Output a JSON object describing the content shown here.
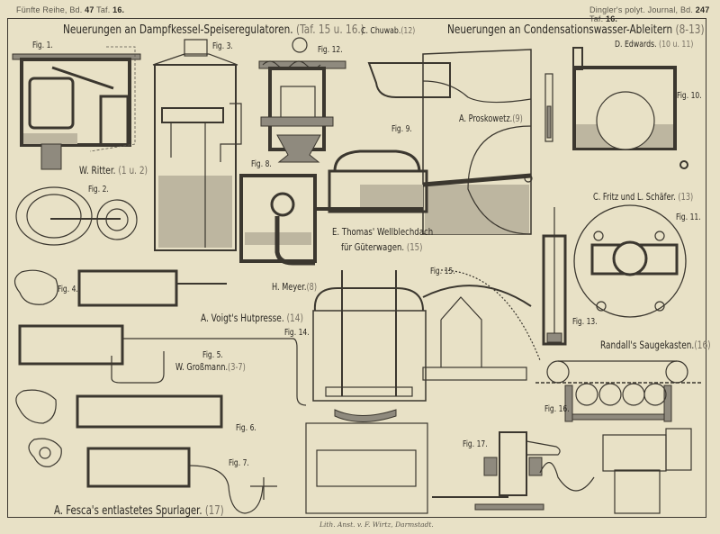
{
  "header": {
    "left": {
      "series": "Fünfte Reihe, Bd.",
      "volume": "47",
      "plate_prefix": "Taf.",
      "plate": "16."
    },
    "right": {
      "journal": "Dingler's polyt. Journal, Bd.",
      "volume": "247",
      "plate_prefix": "Taf.",
      "plate": "16."
    }
  },
  "titles": {
    "left": {
      "text": "Neuerungen an Dampfkessel-Speiseregulatoren.",
      "ref": "(Taf. 15 u. 16.)"
    },
    "right": {
      "text": "Neuerungen an Condensationswasser-Ableitern",
      "ref": "(8-13)"
    }
  },
  "inventors": [
    {
      "name": "C. Chuwab.",
      "ref": "(12)"
    },
    {
      "name": "D. Edwards.",
      "ref": "(10 u. 11)"
    },
    {
      "name": "W. Ritter.",
      "ref": "(1 u. 2)"
    },
    {
      "name": "A. Proskowetz.",
      "ref": "(9)"
    },
    {
      "name": "C. Fritz und L. Schäfer.",
      "ref": "(13)"
    },
    {
      "name": "H. Meyer.",
      "ref": "(8)"
    },
    {
      "name": "A. Voigt's Hutpresse.",
      "ref": "(14)"
    },
    {
      "name": "W. Großmann.",
      "ref": "(3-7)"
    },
    {
      "name": "Randall's Saugekasten.",
      "ref": "(16)"
    },
    {
      "name": "A. Fesca's entlastetes Spurlager.",
      "ref": "(17)"
    }
  ],
  "thomas": {
    "line1": "E. Thomas' Wellblechdach",
    "line2": "für Güterwagen.",
    "ref": "(15)"
  },
  "figures": [
    "Fig. 1.",
    "Fig. 2.",
    "Fig. 3.",
    "Fig. 4.",
    "Fig. 5.",
    "Fig. 6.",
    "Fig. 7.",
    "Fig. 8.",
    "Fig. 9.",
    "Fig. 10.",
    "Fig. 11.",
    "Fig. 12.",
    "Fig. 13.",
    "Fig. 14.",
    "Fig. 15.",
    "Fig. 16.",
    "Fig. 17."
  ],
  "imprint": "Lith. Anst. v. F. Wirtz, Darmstadt.",
  "colors": {
    "paper": "#e8e1c6",
    "ink": "#3b372f",
    "ref_ink": "#777063"
  }
}
